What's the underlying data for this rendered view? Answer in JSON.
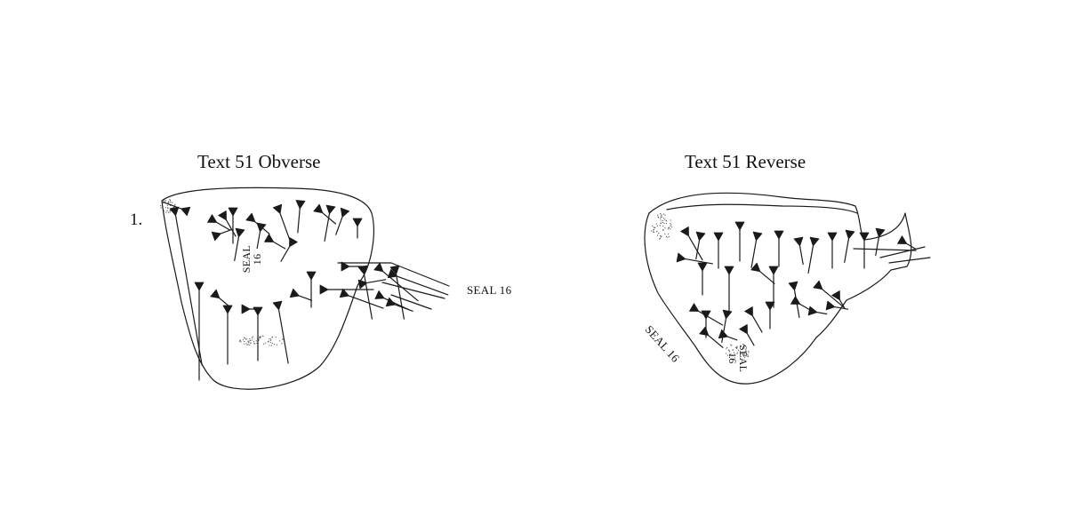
{
  "obverse": {
    "title": "Text 51 Obverse",
    "line_number": "1.",
    "seal_outer": "SEAL 16",
    "seal_inner_word": "SEAL",
    "seal_inner_num": "16"
  },
  "reverse": {
    "title": "Text 51 Reverse",
    "seal_left": "SEAL 16",
    "seal_bottom_word": "SEAL",
    "seal_bottom_num": "16"
  }
}
